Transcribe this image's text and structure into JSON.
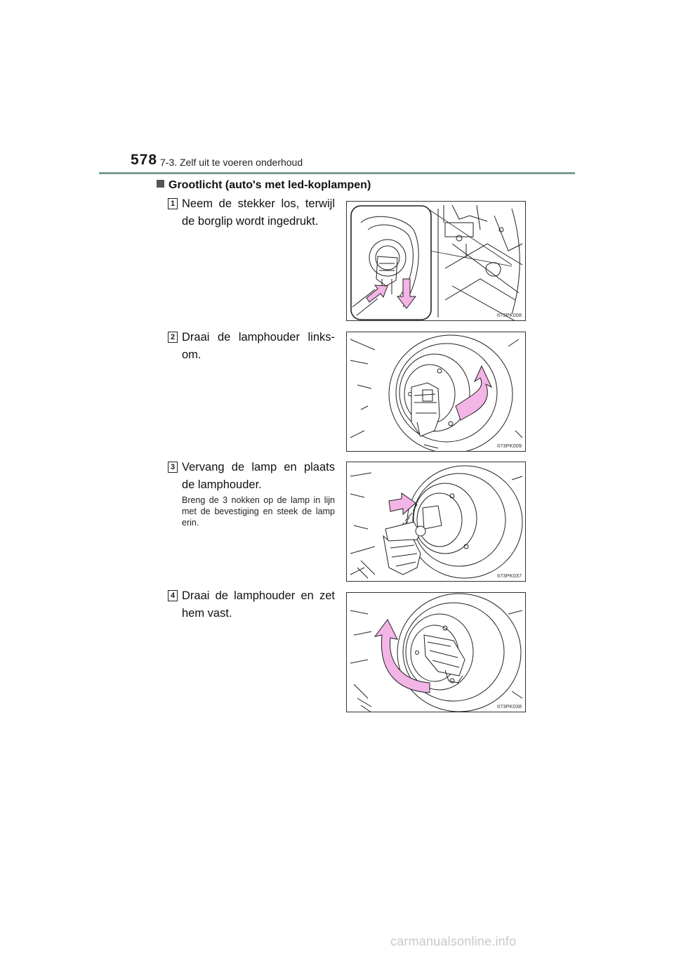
{
  "header": {
    "page_number": "578",
    "section": "7-3. Zelf uit te voeren onderhoud"
  },
  "subheading": "Grootlicht (auto's met led-koplampen)",
  "steps": [
    {
      "num": "1",
      "text": "Neem de stekker los, terwijl de borglip wordt ingedrukt.",
      "figure_code": "II73PK008"
    },
    {
      "num": "2",
      "text": "Draai de lamphouder links-om.",
      "figure_code": "II73PK009"
    },
    {
      "num": "3",
      "text": "Vervang de lamp en plaats de lamphouder.",
      "note": "Breng de 3 nokken op de lamp in lijn met de bevestiging en steek de lamp erin.",
      "figure_code": "II73PK037"
    },
    {
      "num": "4",
      "text": "Draai de lamphouder en zet hem vast.",
      "figure_code": "II73PK038"
    }
  ],
  "watermark": "carmanualsonline.info",
  "colors": {
    "rule": "#7f9a90",
    "arrow": "#f3b4e6",
    "line": "#222222"
  }
}
